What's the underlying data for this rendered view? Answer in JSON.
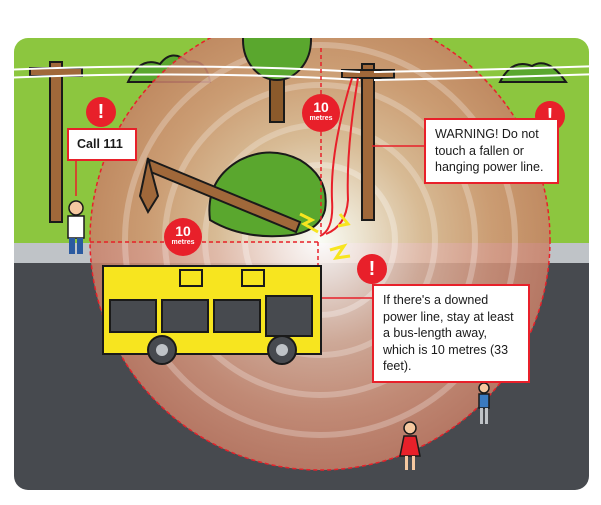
{
  "callouts": {
    "call": "Call 111",
    "warning": "WARNING! Do not touch a fallen or hanging power line.",
    "distance": "If there's a downed power line, stay at least a bus-length away, which is 10 metres (33 feet)."
  },
  "distance_markers": {
    "vertical": {
      "value": "10",
      "unit": "metres"
    },
    "horizontal": {
      "value": "10",
      "unit": "metres"
    }
  },
  "alert_icon_glyph": "!",
  "colors": {
    "danger_red": "#e8202a",
    "grass": "#8cc63f",
    "road": "#474a4f",
    "bus_yellow": "#f7e51f",
    "tree_green": "#5aa72e"
  }
}
